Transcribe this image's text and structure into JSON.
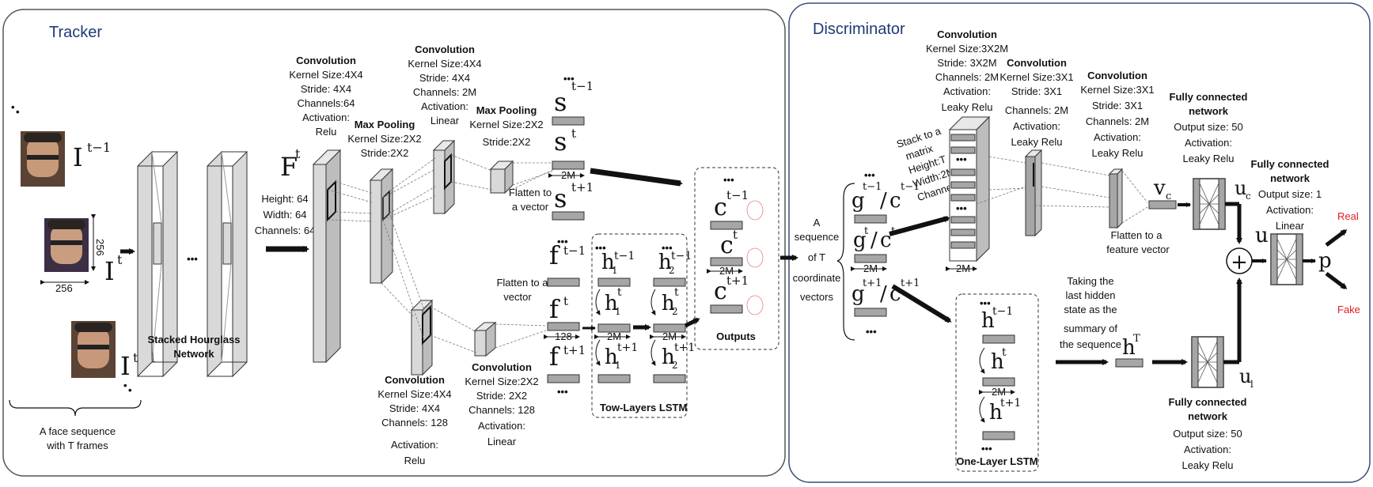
{
  "tracker": {
    "title": "Tracker",
    "frames": {
      "prev_label": "I",
      "prev_sup": "t−1",
      "cur_label": "I",
      "cur_sup": "t",
      "next_label": "I",
      "next_sup": "t+1",
      "dim_h": "256",
      "dim_w": "256",
      "caption_1": "A face sequence",
      "caption_2": "with  T frames"
    },
    "hourglass": {
      "ellipsis": "•••",
      "label_1": "Stacked Hourglass",
      "label_2": "Network"
    },
    "feature": {
      "label": "F",
      "sup": "t",
      "lines": [
        "Height: 64",
        "Width: 64",
        "Channels: 64"
      ]
    },
    "conv1": {
      "lines": [
        "Convolution",
        "Kernel Size:4X4",
        "Stride: 4X4",
        "Channels:64",
        "Activation:",
        "Relu"
      ]
    },
    "maxpool1": {
      "lines": [
        "Max Pooling",
        "Kernel Size:2X2",
        "Stride:2X2"
      ]
    },
    "conv2": {
      "lines": [
        "Convolution",
        "Kernel Size:4X4",
        "Stride: 4X4",
        "Channels: 2M",
        "Activation:",
        "Linear"
      ]
    },
    "maxpool2": {
      "lines": [
        "Max Pooling",
        "Kernel Size:2X2",
        "Stride:2X2"
      ]
    },
    "flatten_s": [
      "Flatten to",
      "a vector"
    ],
    "s_vectors": {
      "label": "s",
      "sup_prev": "t−1",
      "sup_cur": "t",
      "sup_next": "t+1",
      "dim": "2M"
    },
    "conv3": {
      "lines": [
        "Convolution",
        "Kernel Size:4X4",
        "Stride: 4X4",
        "Channels: 128",
        "Activation:",
        "Relu"
      ]
    },
    "flatten_f": [
      "Flatten to a",
      "vector"
    ],
    "conv4": {
      "lines": [
        "Convolution",
        "Kernel Size:2X2",
        "Stride: 2X2",
        "Channels: 128",
        "Activation:",
        "Linear"
      ]
    },
    "f_vectors": {
      "label": "f",
      "sup_prev": "t−1",
      "sup_cur": "t",
      "sup_next": "t+1",
      "dim": "128"
    },
    "lstm": {
      "h": "h",
      "sub1": "1",
      "sub2": "2",
      "sup_prev": "t−1",
      "sup_cur": "t",
      "sup_next": "t+1",
      "dim": "2M",
      "title": "Tow-Layers LSTM"
    },
    "outputs": {
      "label": "c",
      "sup_prev": "t−1",
      "sup_cur": "t",
      "sup_next": "t+1",
      "dim": "2M",
      "title": "Outputs"
    }
  },
  "discriminator": {
    "title": "Discriminator",
    "input_lines": [
      "A",
      "sequence",
      "of T",
      "coordinate",
      "vectors"
    ],
    "seq": {
      "g": "g",
      "c": "c",
      "sup_prev": "t−1",
      "sup_cur": "t",
      "sup_next": "t+1",
      "dim": "2M",
      "ellipsis": "•••"
    },
    "stack": {
      "lines": [
        "Stack to a",
        "matrix",
        "Height:T",
        "Width:2M",
        "Channels:1"
      ],
      "dim": "2M"
    },
    "dconv1": {
      "lines": [
        "Convolution",
        "Kernel Size:3X2M",
        "Stride: 3X2M",
        "Channels: 2M",
        "Activation:",
        "Leaky Relu"
      ]
    },
    "dconv2": {
      "lines": [
        "Convolution",
        "Kernel Size:3X1",
        "Stride: 3X1",
        "Channels: 2M",
        "Activation:",
        "Leaky Relu"
      ]
    },
    "dconv3": {
      "lines": [
        "Convolution",
        "Kernel Size:3X1",
        "Stride: 3X1",
        "Channels: 2M",
        "Activation:",
        "Leaky Relu"
      ]
    },
    "flatten": [
      "Flatten to a",
      "feature vector"
    ],
    "vc": {
      "v": "v",
      "sub": "c"
    },
    "fc1": {
      "lines": [
        "Fully connected",
        "network",
        "Output size: 50",
        "Activation:",
        "Leaky Relu"
      ]
    },
    "uc": {
      "u": "u",
      "sub": "c"
    },
    "u_label": "u",
    "plus": "+",
    "fc_final": {
      "lines": [
        "Fully connected",
        "network",
        "Output size: 1",
        "Activation:",
        "Linear"
      ]
    },
    "p_label": "p",
    "real_label": "Real",
    "fake_label": "Fake",
    "lstm1": {
      "h": "h",
      "sup_prev": "t−1",
      "sup_cur": "t",
      "sup_next": "t+1",
      "dim": "2M",
      "title": "One-Layer LSTM"
    },
    "summary_lines": [
      "Taking the",
      "last hidden",
      "state as the",
      "summary of",
      "the sequence"
    ],
    "hT": {
      "h": "h",
      "sup": "T"
    },
    "fc2": {
      "lines": [
        "Fully connected",
        "network",
        "Output size: 50",
        "Activation:",
        "Leaky Relu"
      ]
    },
    "ul": {
      "u": "u",
      "sub": "l"
    }
  },
  "colors": {
    "panel_border": "#555555",
    "discriminator_border": "#3b4c7a",
    "title_blue": "#1f3b73",
    "layer_fill": "#d9d9d9",
    "vector_fill": "#a6a6a6",
    "arrow": "#111111",
    "real_fake": "#e02020"
  }
}
